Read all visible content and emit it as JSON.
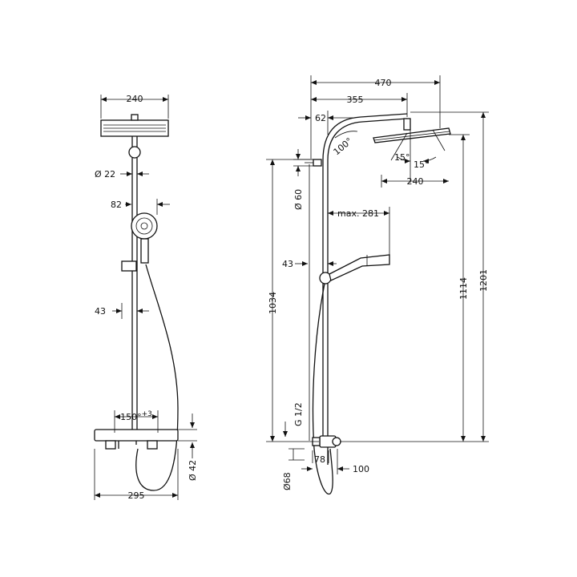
{
  "dimensions": {
    "front": {
      "head_width": "240",
      "bar_diameter": "Ø 22",
      "hand_offset": "82",
      "wall_gap": "43",
      "angle": "150°",
      "angle_sup": "+3",
      "outlet_diameter": "Ø 42",
      "mixer_width": "295"
    },
    "side": {
      "total_reach": "470",
      "arm_reach": "355",
      "elbow_offset": "62",
      "tilt_angle": "100°",
      "tilt_left": "15°",
      "tilt_right": "15°",
      "head_width": "240",
      "bracket_diameter": "Ø 60",
      "hand_reach": "max. 281",
      "wall_gap": "43",
      "height_lower": "1034",
      "height_mid": "1114",
      "height_total": "1201",
      "thread": "G 1/2",
      "escutcheon": "Ø68",
      "center_distance": "78",
      "depth": "100"
    }
  }
}
